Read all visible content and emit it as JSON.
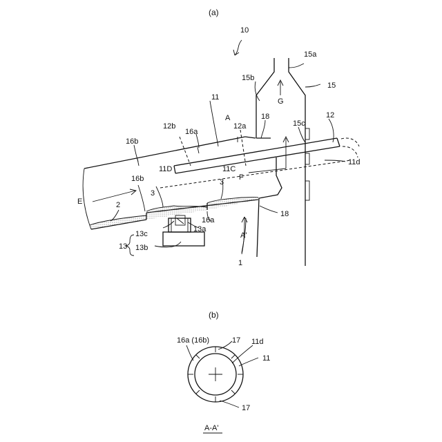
{
  "figure_a": {
    "caption": "(a)",
    "labels": {
      "assembly": "10",
      "exit_top": "15a",
      "hood": "15",
      "hood_wall": "15b",
      "flow_up": "G",
      "pipe": "11",
      "section_a": "A",
      "dashed_12b": "12b",
      "tip_16a": "16a",
      "dashed_12a": "12a",
      "seal_top": "18",
      "gland": "15c",
      "lance": "12",
      "tip_16b_top": "16b",
      "end_11d_left": "11D",
      "center_11c": "11C",
      "flow_f": "F",
      "lance_tip": "11d",
      "tip_16b_inner": "16b",
      "flow_e": "E",
      "deposit_2": "2",
      "deposit_3_left": "3",
      "deposit_3_right": "3",
      "seal_bottom": "18",
      "tip_16a_bottom": "16a",
      "roller_13c": "13c",
      "roller_13a": "13a",
      "support": "13",
      "base_13b": "13b",
      "section_a_prime": "A'",
      "vessel": "1"
    }
  },
  "figure_b": {
    "caption": "(b)",
    "labels": {
      "tips": "16a (16b)",
      "slot_top": "17",
      "lance_tip": "11d",
      "pipe": "11",
      "slot_bottom": "17"
    },
    "section_title": "A-A'"
  }
}
